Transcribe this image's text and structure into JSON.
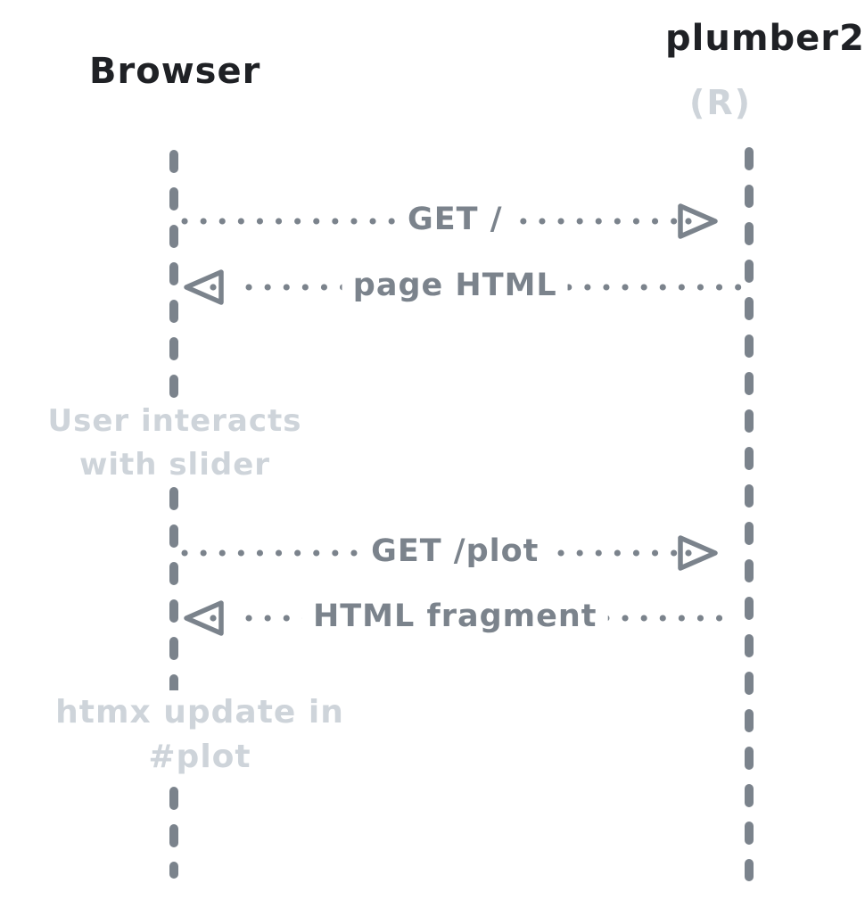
{
  "diagram": {
    "type": "sequence-diagram",
    "actors": [
      {
        "name": "Browser"
      },
      {
        "name": "plumber2",
        "subtitle": "(R)"
      }
    ],
    "messages": [
      {
        "label": "GET /",
        "from": "Browser",
        "to": "plumber2",
        "direction": "right",
        "style": "dotted"
      },
      {
        "label": "page HTML",
        "from": "plumber2",
        "to": "Browser",
        "direction": "left",
        "style": "dotted"
      },
      {
        "label": "GET /plot",
        "from": "Browser",
        "to": "plumber2",
        "direction": "right",
        "style": "dotted"
      },
      {
        "label": "HTML fragment",
        "from": "plumber2",
        "to": "Browser",
        "direction": "left",
        "style": "dotted"
      }
    ],
    "notes": [
      {
        "text": "User interacts\nwith slider"
      },
      {
        "text": "htmx update in #plot"
      }
    ],
    "colors": {
      "ink": "#1f2125",
      "line": "#7b838c",
      "muted": "#ced4da",
      "background": "#ffffff"
    }
  }
}
